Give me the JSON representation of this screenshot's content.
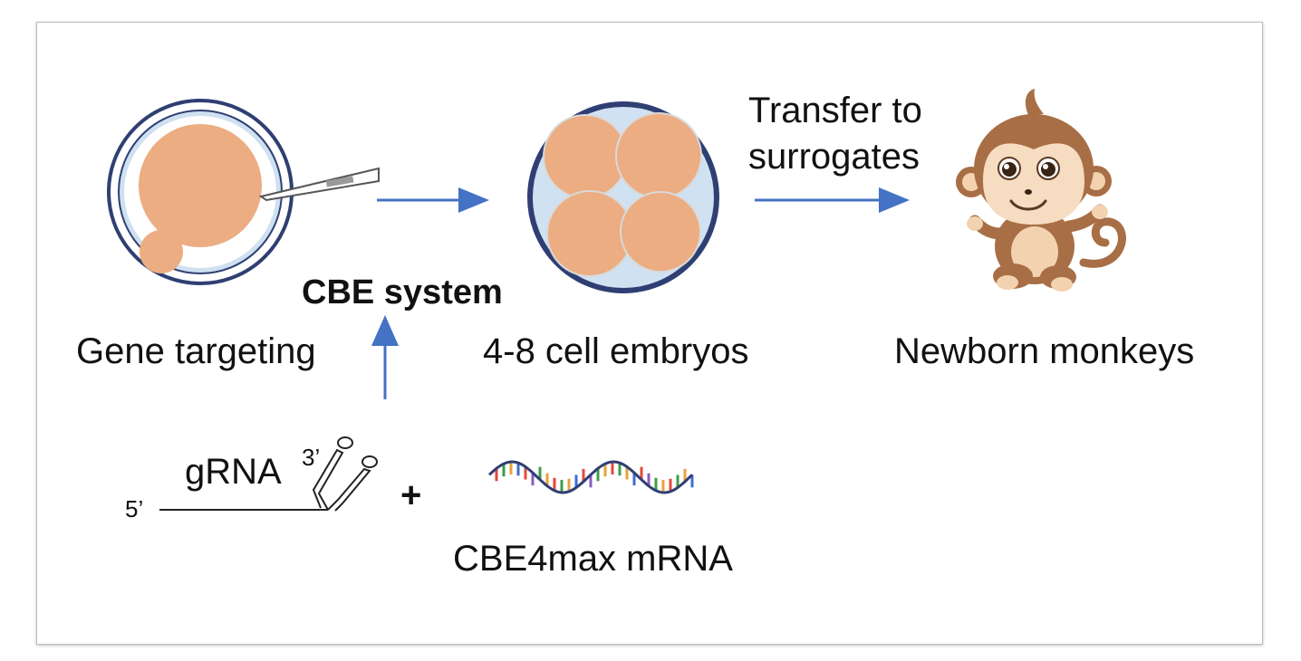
{
  "labels": {
    "gene_targeting": "Gene targeting",
    "cbe_system": "CBE system",
    "embryos": "4-8 cell embryos",
    "transfer": "Transfer to",
    "surrogates": "surrogates",
    "newborn": "Newborn monkeys",
    "grna": "gRNA",
    "three_prime": "3’",
    "five_prime": "5’",
    "plus": "+",
    "mrna": "CBE4max mRNA"
  },
  "colors": {
    "arrow": "#4472c4",
    "cell": "#ebad81",
    "zona": "#c8dcef",
    "zona_border": "#2f3f73",
    "dish_border": "#2f3f73",
    "text": "#111111"
  },
  "icons": {
    "oocyte": "oocyte-injection-icon",
    "embryo": "four-cell-embryo-icon",
    "monkey": "monkey-cartoon-icon",
    "grna": "grna-hairpin-icon",
    "mrna": "mrna-wave-icon"
  }
}
